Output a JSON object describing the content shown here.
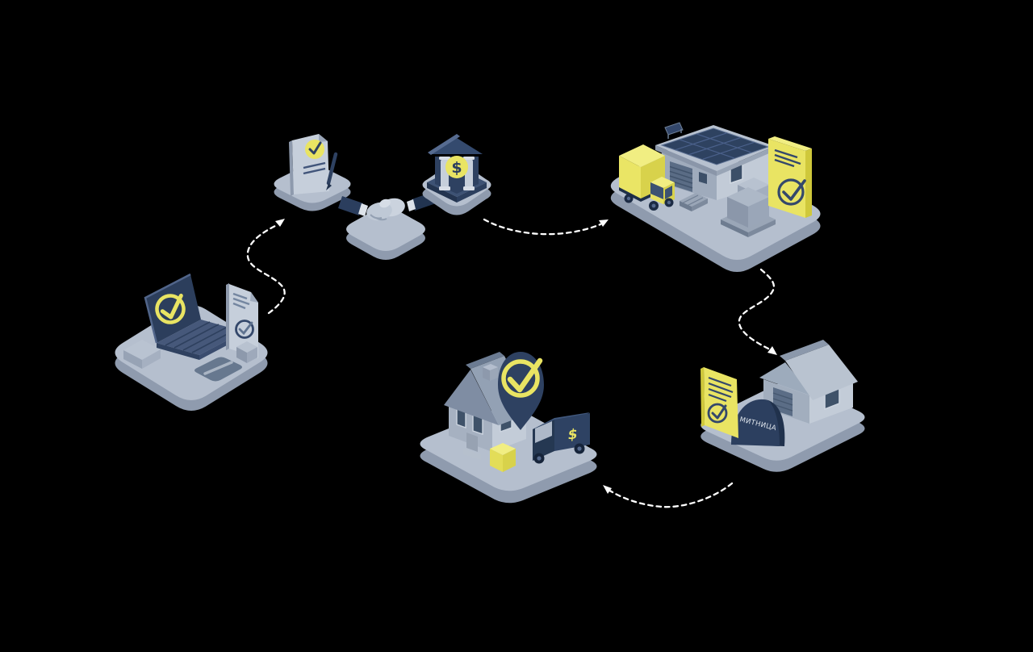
{
  "illustration": {
    "title": "logistics-process-flow",
    "labels": {
      "customs_sign": "МИТНИЦА",
      "bank_currency": "$",
      "van_currency": "$"
    },
    "colors": {
      "background": "#000000",
      "accent_yellow": "#e9e463",
      "accent_yellow_light": "#f1ee82",
      "accent_yellow_dark": "#d8d24b",
      "navy": "#2e4161",
      "navy_dark": "#22334e",
      "platform_top": "#b5bfce",
      "platform_side": "#8f9bae",
      "light_gray": "#c6cfdb",
      "arrow_white": "#ffffff"
    },
    "scenes": [
      {
        "id": "online-order"
      },
      {
        "id": "contract-handshake-bank"
      },
      {
        "id": "warehouse-loading"
      },
      {
        "id": "customs-clearance"
      },
      {
        "id": "home-delivery"
      }
    ],
    "flow_arrow_count": 4
  }
}
